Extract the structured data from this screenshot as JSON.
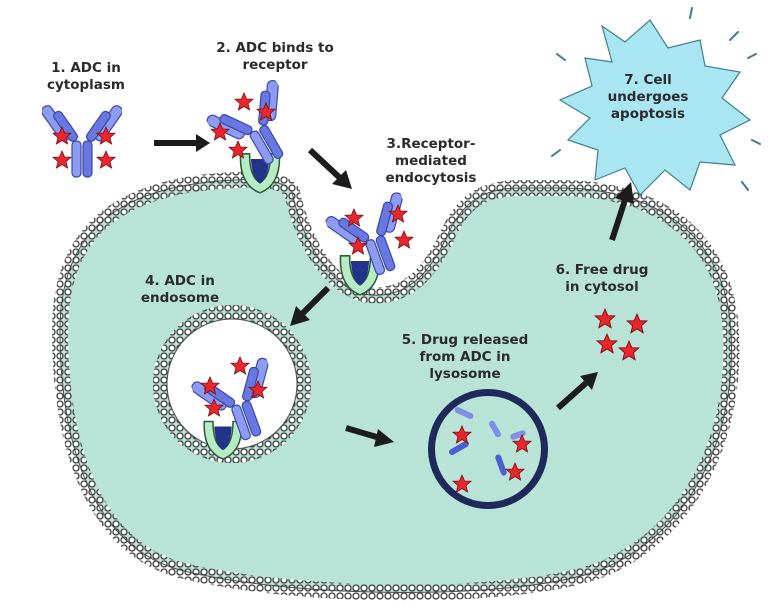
{
  "steps": [
    {
      "id": 1,
      "label": "1. ADC in\ncytoplasm"
    },
    {
      "id": 2,
      "label": "2. ADC binds to\nreceptor"
    },
    {
      "id": 3,
      "label": "3.Receptor-\nmediated\nendocytosis"
    },
    {
      "id": 4,
      "label": "4. ADC in\nendosome"
    },
    {
      "id": 5,
      "label": "5. Drug released\nfrom ADC in\nlysosome"
    },
    {
      "id": 6,
      "label": "6. Free drug\nin cytosol"
    },
    {
      "id": 7,
      "label": "7. Cell\nundergoes\napoptosis"
    }
  ],
  "colors": {
    "cytoplasm": "#b9e3d6",
    "membrane": "#4a4a4a",
    "antibody": "#7f8fe6",
    "antibody_dark": "#4d5fcf",
    "drug_star": "#e8262b",
    "receptor": "#b6ecc3",
    "receptor_dark": "#2a3a8c",
    "lysosome_fill": "#b9e3d6",
    "lysosome_rim": "#1f2a5a",
    "apoptosis_cloud": "#a9e6f2",
    "arrow": "#1c1c1c"
  }
}
